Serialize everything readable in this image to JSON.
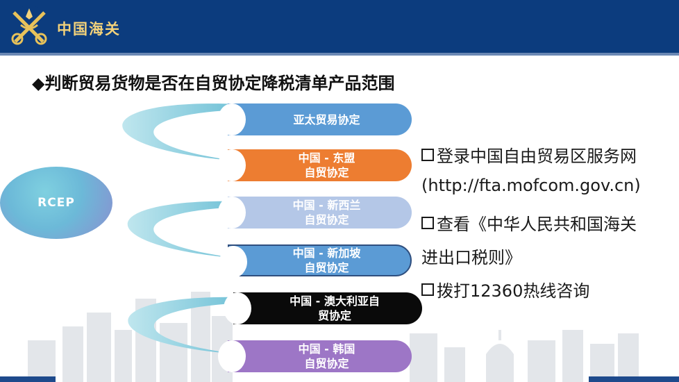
{
  "header": {
    "brand_text": "中国海关",
    "logo_icon": "customs-emblem-icon",
    "bg_color": "#0c3c7e"
  },
  "title": "◆判断贸易货物是否在自贸协定降税清单产品范围",
  "center_node": {
    "label": "RCEP"
  },
  "agreements": [
    {
      "line1": "亚太贸易协定",
      "line2": "",
      "color": "#5b9bd5"
    },
    {
      "line1": "中国 - 东盟",
      "line2": "自贸协定",
      "color": "#ed7d31"
    },
    {
      "line1": "中国 - 新西兰",
      "line2": "自贸协定",
      "color": "#b4c7e7"
    },
    {
      "line1": "中国 - 新加坡",
      "line2": "自贸协定",
      "color": "#5b9bd5"
    },
    {
      "line1": "中国 - 澳大利亚自",
      "line2": "贸协定",
      "color": "#0a0a0a"
    },
    {
      "line1": "中国 - 韩国",
      "line2": "自贸协定",
      "color": "#9d76c6"
    }
  ],
  "info": {
    "line1": "登录中国自由贸易区服务网",
    "line2": "(http://fta.mofcom.gov.cn)",
    "line3": "查看《中华人民共和国海关",
    "line4": "进出口税则》",
    "line5": "拨打12360热线咨询"
  }
}
